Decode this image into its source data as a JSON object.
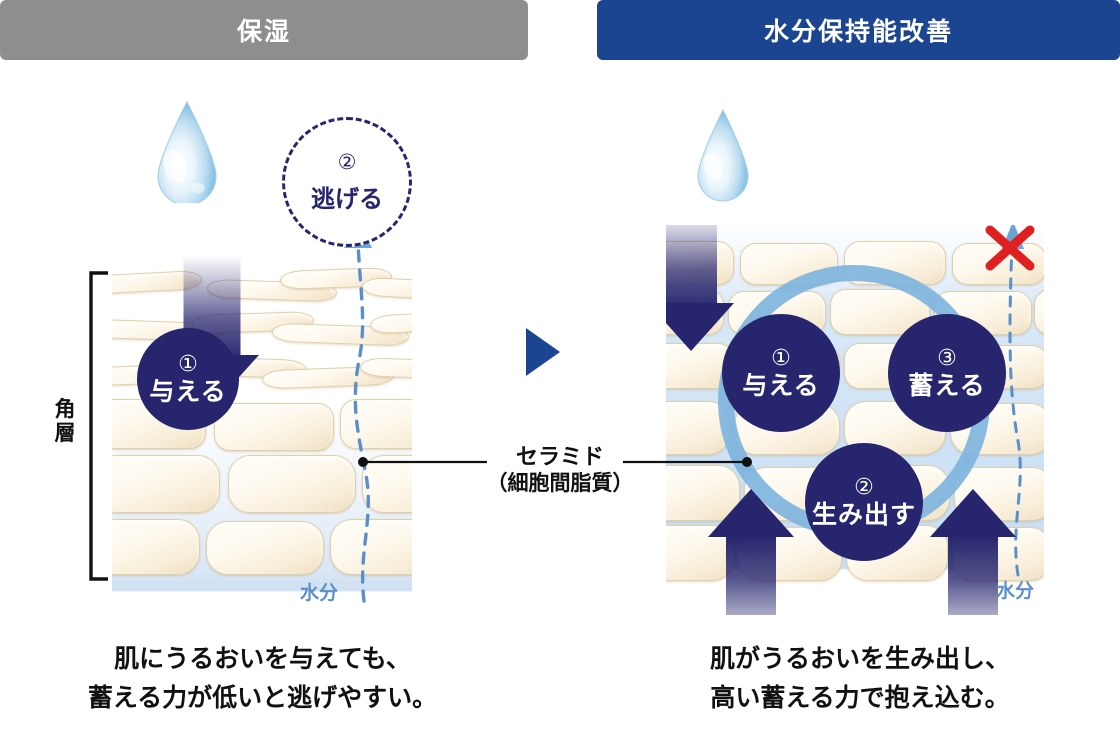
{
  "headers": {
    "left": "保湿",
    "right": "水分保持能改善"
  },
  "left_panel": {
    "circle1": {
      "num": "①",
      "label": "与える"
    },
    "escape": {
      "num": "②",
      "label": "逃げる"
    },
    "layer_label": "角層",
    "water_label": "水分"
  },
  "right_panel": {
    "circle1": {
      "num": "①",
      "label": "与える"
    },
    "circle2": {
      "num": "②",
      "label": "生み出す"
    },
    "circle3": {
      "num": "③",
      "label": "蓄える"
    },
    "water_label": "水分",
    "block_mark": "✕"
  },
  "ceramide": {
    "title": "セラミド",
    "subtitle": "（細胞間脂質）"
  },
  "captions": {
    "left_line1": "肌にうるおいを与えても、",
    "left_line2": "蓄える力が低いと逃げやすい。",
    "right_line1": "肌がうるおいを生み出し、",
    "right_line2": "高い蓄える力で抱え込む。"
  },
  "colors": {
    "header_left_bg": "#8e8e8e",
    "header_right_bg": "#1b4491",
    "navy": "#26256e",
    "cell_fill": "#fffaf0",
    "cell_border": "#e3cfa6",
    "water_blue": "#5b8fc9",
    "cycle_ring": "#7fb4dd",
    "x_red": "#e02020",
    "arrow_mid": "#1b4491"
  },
  "icons": {
    "droplet": "water-droplet-icon",
    "mid_arrow": "right-triangle-arrow-icon",
    "x_mark": "red-x-icon"
  }
}
